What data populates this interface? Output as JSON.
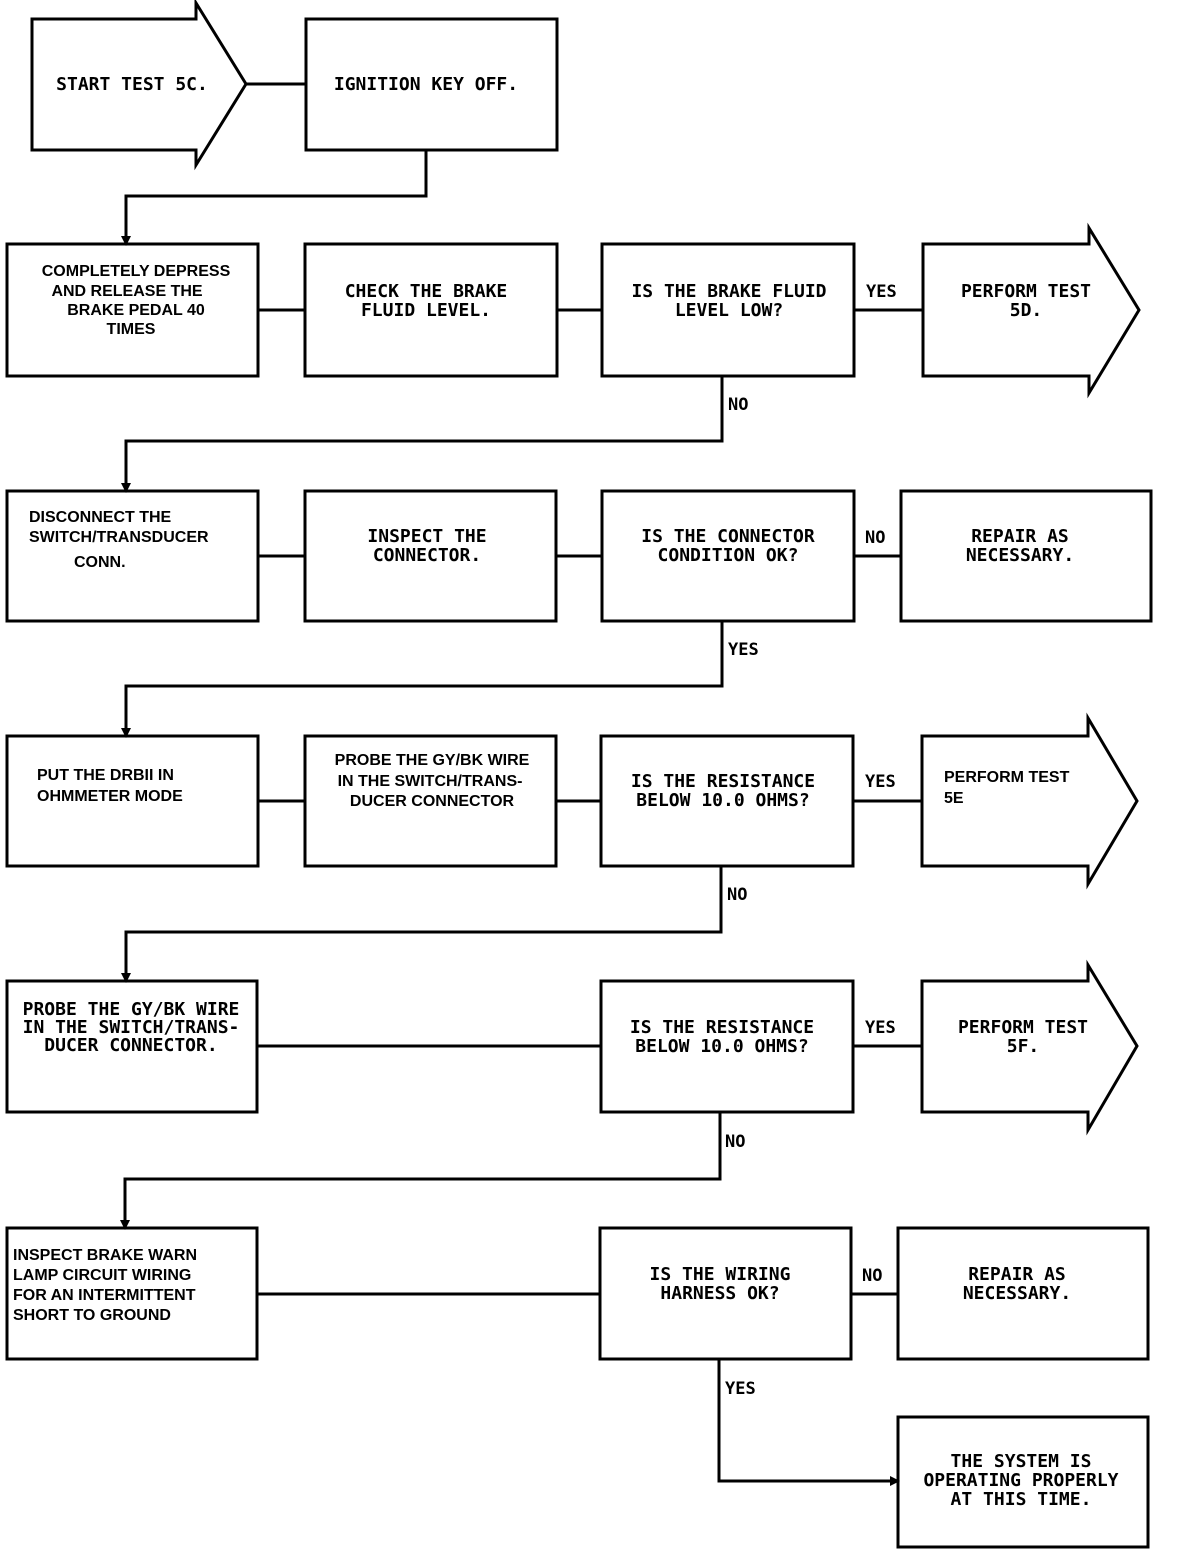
{
  "nodes": {
    "start": [
      "START TEST 5C."
    ],
    "ignition": [
      "IGNITION KEY OFF."
    ],
    "depress": [
      "COMPLETELY DEPRESS",
      "AND RELEASE THE",
      "BRAKE PEDAL 40",
      "TIMES"
    ],
    "check_fluid": [
      "CHECK THE BRAKE",
      "FLUID LEVEL."
    ],
    "q_fluid_low": [
      "IS THE BRAKE FLUID",
      "LEVEL LOW?"
    ],
    "test_5d": [
      "PERFORM TEST",
      "5D."
    ],
    "disconnect": [
      "DISCONNECT THE",
      "SWITCH/TRANSDUCER",
      "CONN."
    ],
    "inspect_conn": [
      "INSPECT THE",
      "CONNECTOR."
    ],
    "q_conn_ok": [
      "IS THE CONNECTOR",
      "CONDITION OK?"
    ],
    "repair_1": [
      "REPAIR AS",
      "NECESSARY."
    ],
    "drbii": [
      "PUT THE DRBII IN",
      "OHMMETER MODE"
    ],
    "probe_1": [
      "PROBE THE GY/BK WIRE",
      "IN THE SWITCH/TRANS-",
      "DUCER CONNECTOR"
    ],
    "q_res_1": [
      "IS THE RESISTANCE",
      "BELOW 10.0 OHMS?"
    ],
    "test_5e": [
      "PERFORM TEST",
      "5E"
    ],
    "probe_2": [
      "PROBE THE GY/BK WIRE",
      "IN THE SWITCH/TRANS-",
      "DUCER CONNECTOR."
    ],
    "q_res_2": [
      "IS THE RESISTANCE",
      "BELOW 10.0 OHMS?"
    ],
    "test_5f": [
      "PERFORM TEST",
      "5F."
    ],
    "inspect_wiring": [
      "INSPECT BRAKE WARN",
      "LAMP CIRCUIT WIRING",
      "FOR AN INTERMITTENT",
      "SHORT TO GROUND"
    ],
    "q_wiring_ok": [
      "IS THE WIRING",
      "HARNESS OK?"
    ],
    "repair_2": [
      "REPAIR AS",
      "NECESSARY."
    ],
    "system_ok": [
      "THE SYSTEM IS",
      "OPERATING PROPERLY",
      "AT THIS TIME."
    ]
  },
  "branch_labels": {
    "fluid_low_yes": "YES",
    "fluid_low_no": "NO",
    "conn_ok_no": "NO",
    "conn_ok_yes": "YES",
    "res1_yes": "YES",
    "res1_no": "NO",
    "res2_yes": "YES",
    "res2_no": "NO",
    "wiring_no": "NO",
    "wiring_yes": "YES"
  }
}
